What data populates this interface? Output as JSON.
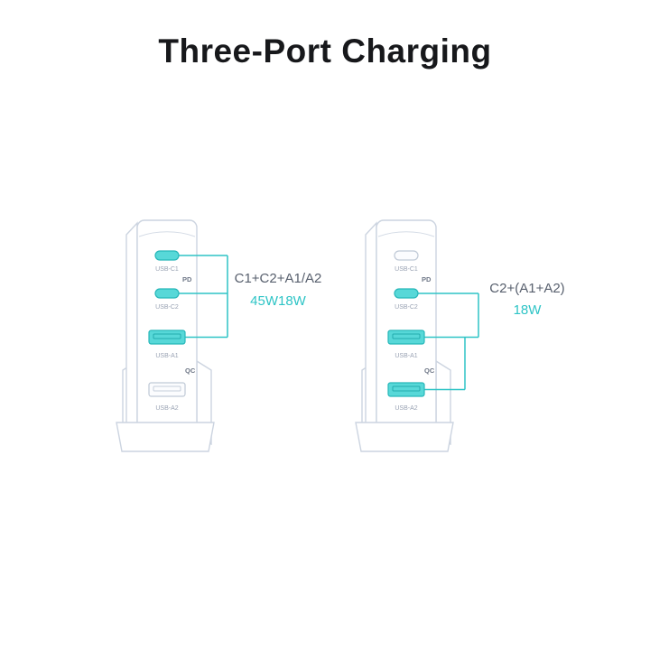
{
  "title": "Three-Port Charging",
  "colors": {
    "accent": "#2ec4c6",
    "port_active_fill": "#57d8d8",
    "device_outline": "#ccd4e0",
    "annotation_text": "#575f6d"
  },
  "chargers": [
    {
      "id": "left",
      "ports": [
        {
          "name": "USB-C1",
          "type": "usb-c",
          "active": true
        },
        {
          "name": "USB-C2",
          "type": "usb-c",
          "active": true
        },
        {
          "name": "USB-A1",
          "type": "usb-a",
          "active": true
        },
        {
          "name": "USB-A2",
          "type": "usb-a",
          "active": false
        }
      ],
      "protocol_labels": {
        "pd": "PD",
        "qc": "QC"
      },
      "annotation": {
        "combo": "C1+C2+A1/A2",
        "power": "45W18W"
      }
    },
    {
      "id": "right",
      "ports": [
        {
          "name": "USB-C1",
          "type": "usb-c",
          "active": false
        },
        {
          "name": "USB-C2",
          "type": "usb-c",
          "active": true
        },
        {
          "name": "USB-A1",
          "type": "usb-a",
          "active": true
        },
        {
          "name": "USB-A2",
          "type": "usb-a",
          "active": true
        }
      ],
      "protocol_labels": {
        "pd": "PD",
        "qc": "QC"
      },
      "annotation": {
        "combo": "C2+(A1+A2)",
        "power": "18W"
      }
    }
  ]
}
